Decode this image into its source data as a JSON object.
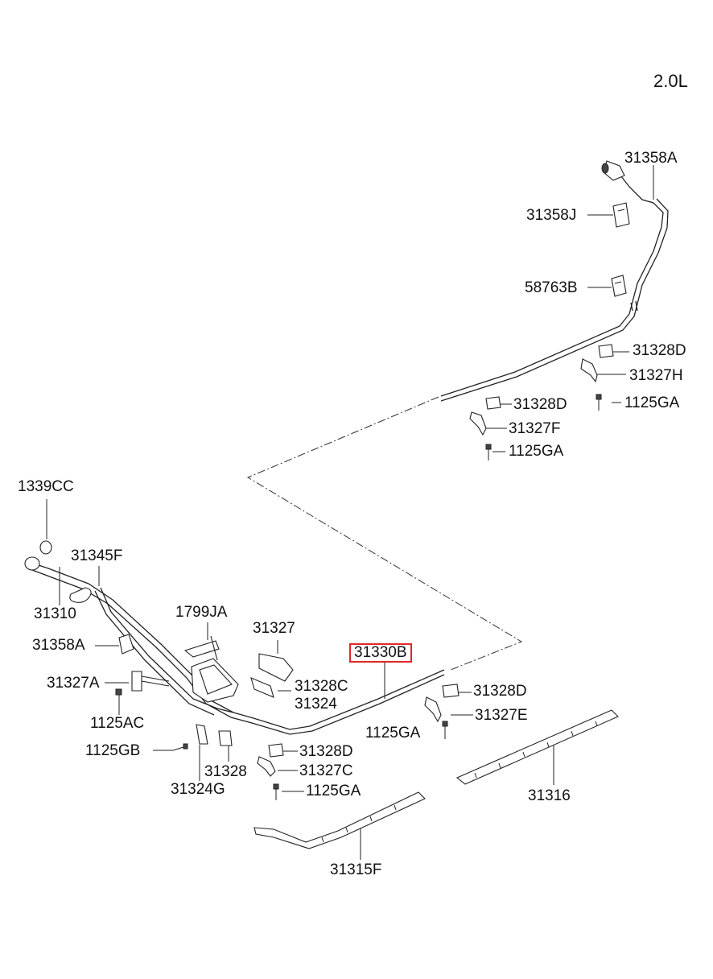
{
  "engine": "2.0L",
  "labels": {
    "p31358A_top": "31358A",
    "p31358J": "31358J",
    "p58763B": "58763B",
    "p31328D_r1": "31328D",
    "p31327H": "31327H",
    "p31328D_r2": "31328D",
    "p1125GA_r1": "1125GA",
    "p31327F": "31327F",
    "p1125GA_r2": "1125GA",
    "p1339CC": "1339CC",
    "p31345F": "31345F",
    "p31310": "31310",
    "p1799JA": "1799JA",
    "p31327": "31327",
    "p31330B": "31330B",
    "p31358A_left": "31358A",
    "p31327A": "31327A",
    "p31328C": "31328C",
    "p31324": "31324",
    "p31328D_r3": "31328D",
    "p1125AC": "1125AC",
    "p31327E": "31327E",
    "p1125GA_r3": "1125GA",
    "p1125GB": "1125GB",
    "p31328": "31328",
    "p31328D_r4": "31328D",
    "p31327C": "31327C",
    "p31324G": "31324G",
    "p1125GA_r4": "1125GA",
    "p31316": "31316",
    "p31315F": "31315F"
  },
  "highlight": {
    "part": "31330B",
    "color": "#e3262a"
  }
}
